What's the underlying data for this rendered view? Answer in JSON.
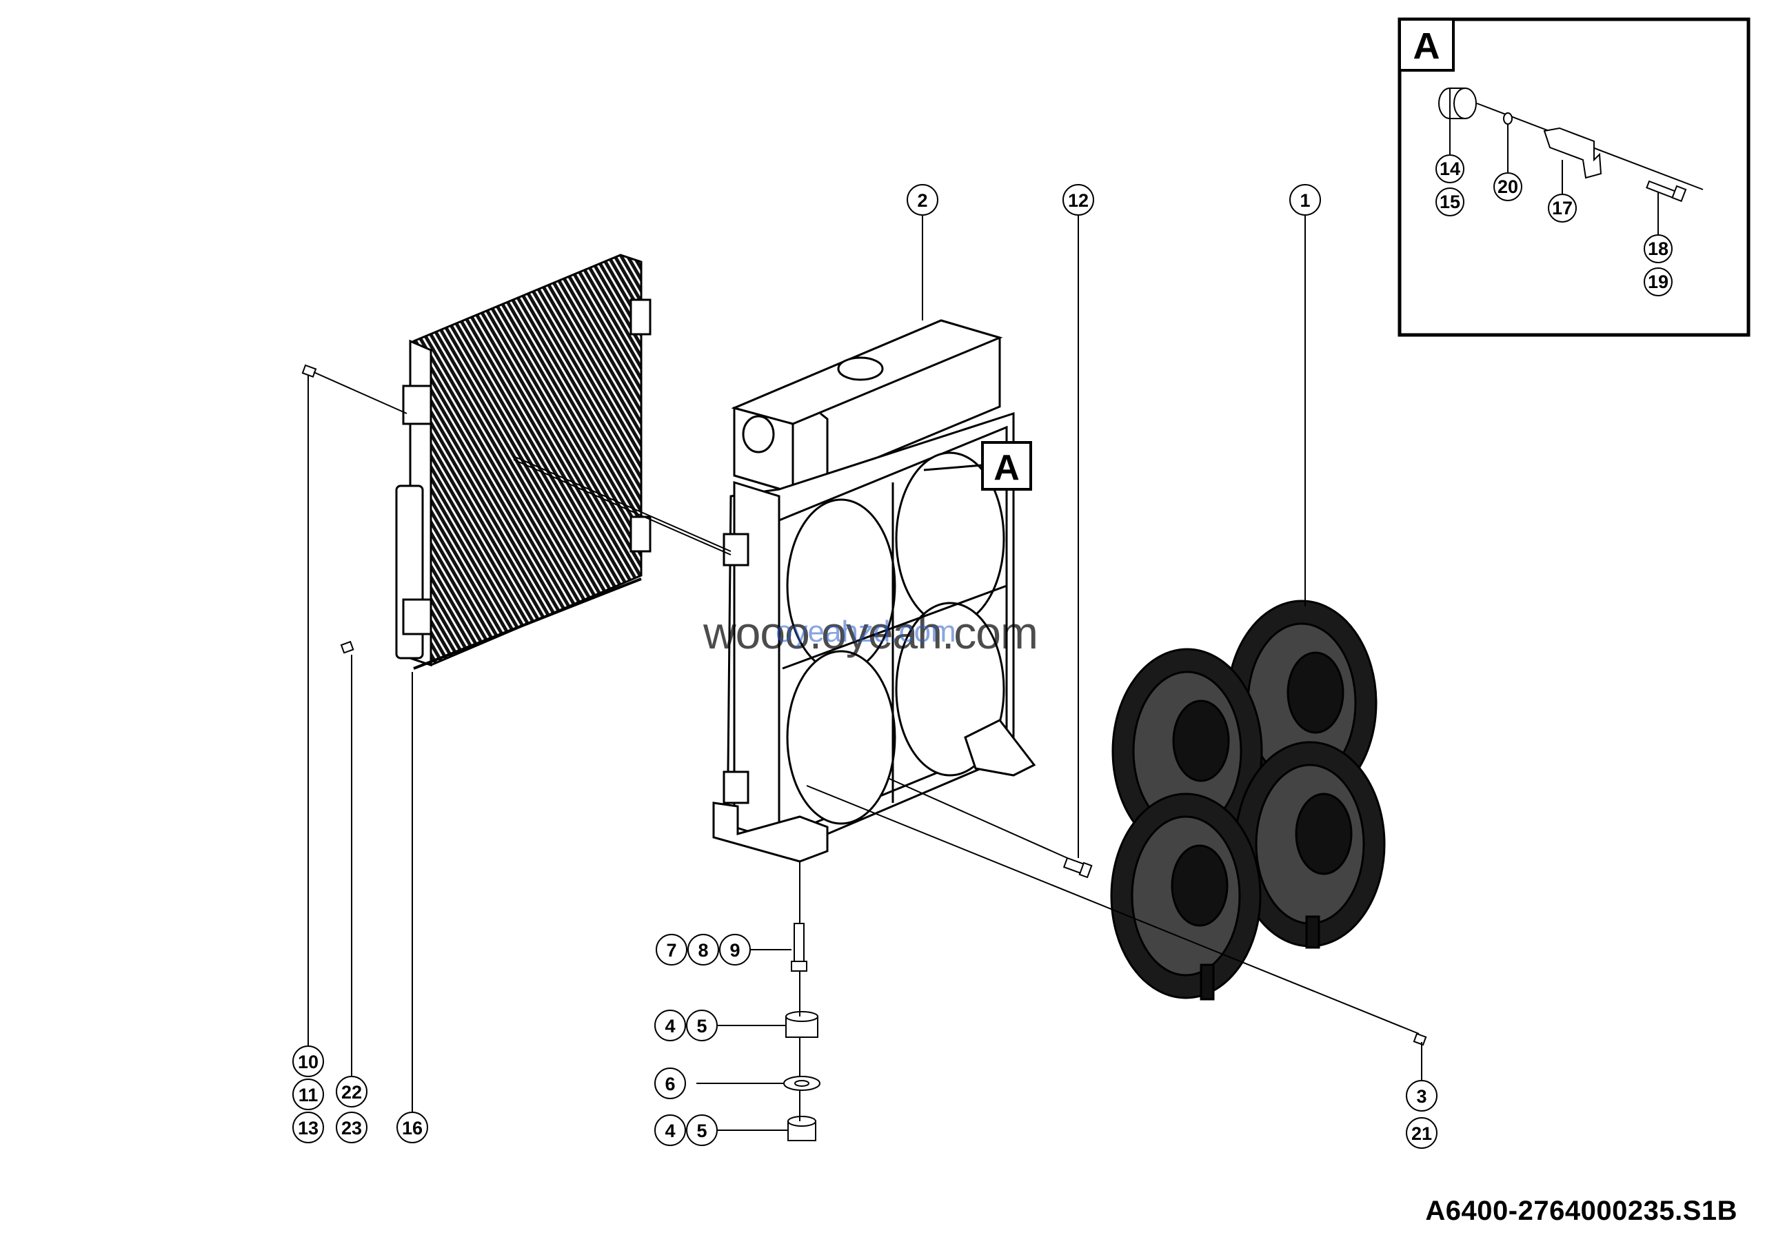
{
  "drawing_code": "A6400-2764000235.S1B",
  "watermark": "wooo.oyeah.com",
  "watermark_overlay": "oyeahzd.com",
  "detail_view": {
    "label": "A",
    "item_labels": [
      "14",
      "15",
      "20",
      "17",
      "18",
      "19"
    ]
  },
  "view_marker": "A",
  "callouts": {
    "c1": "1",
    "c2": "2",
    "c3": "3",
    "c21": "21",
    "c4a": "4",
    "c5a": "5",
    "c6": "6",
    "c4b": "4",
    "c5b": "5",
    "c7": "7",
    "c8": "8",
    "c9": "9",
    "c10": "10",
    "c11": "11",
    "c13": "13",
    "c12": "12",
    "c16": "16",
    "c22": "22",
    "c23": "23"
  }
}
